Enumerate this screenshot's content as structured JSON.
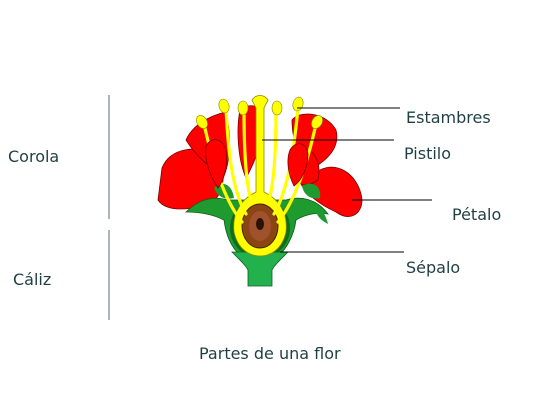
{
  "labels": {
    "corola": "Corola",
    "caliz": "Cáliz",
    "estambres": "Estambres",
    "pistilo": "Pistilo",
    "petalo": "Pétalo",
    "sepalo": "Sépalo"
  },
  "caption": "Partes de una flor",
  "colors": {
    "petal": "#ff0000",
    "sepal": "#1f9a2e",
    "sepal_dark": "#0f6d22",
    "stem": "#22b14c",
    "stamen": "#ffff00",
    "ovary": "#8b4513",
    "line": "#000000",
    "text": "#1f3f44"
  }
}
